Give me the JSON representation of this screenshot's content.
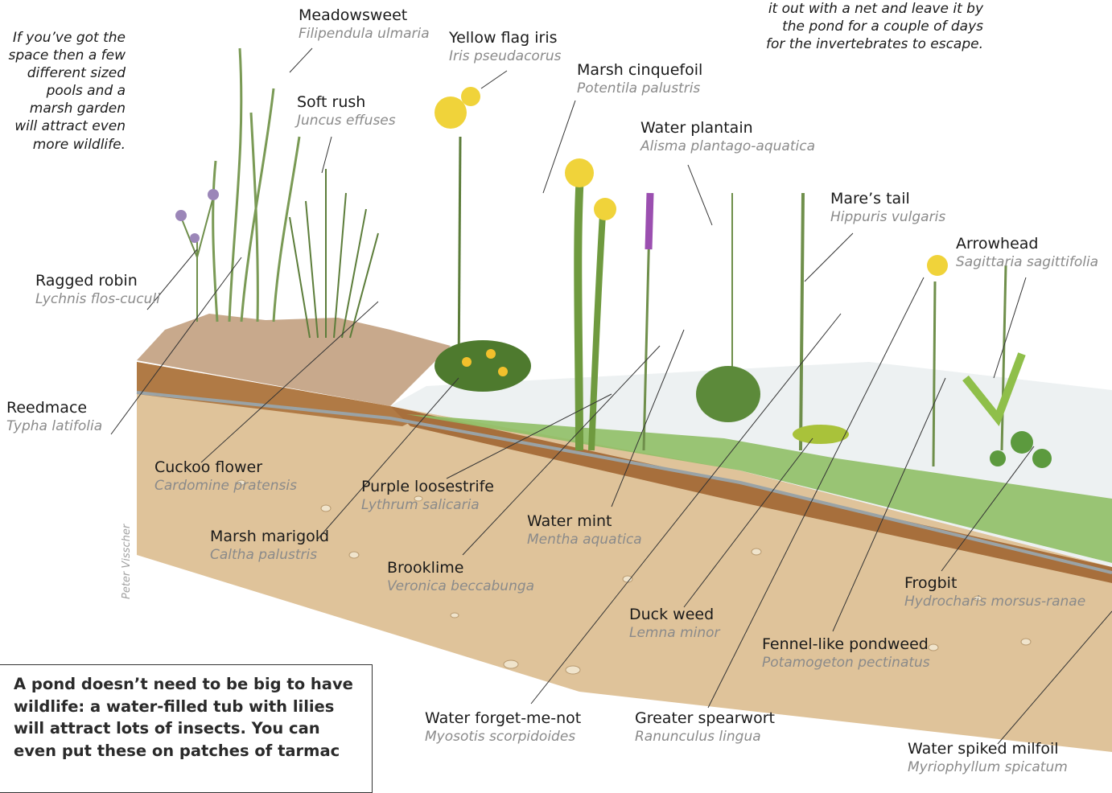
{
  "notes": {
    "left": "If you’ve got the space then a few different sized pools and a marsh garden will attract even more wildlife.",
    "right": "it out with a net and leave it by the pond for a couple of days for the invertebrates to escape."
  },
  "callout": "A pond doesn’t need to be big to have wildlife: a water-filled tub with lilies will attract lots of insects. You can even put these on patches of tarmac",
  "credit": "Peter Visscher",
  "plants": [
    {
      "common": "Meadowsweet",
      "latin": "Filipendula ulmaria"
    },
    {
      "common": "Yellow flag iris",
      "latin": "Iris pseudacorus"
    },
    {
      "common": "Marsh cinquefoil",
      "latin": "Potentila palustris"
    },
    {
      "common": "Soft rush",
      "latin": "Juncus effuses"
    },
    {
      "common": "Water plantain",
      "latin": "Alisma plantago-aquatica"
    },
    {
      "common": "Mare’s tail",
      "latin": "Hippuris vulgaris"
    },
    {
      "common": "Arrowhead",
      "latin": "Sagittaria sagittifolia"
    },
    {
      "common": "Ragged robin",
      "latin": "Lychnis flos-cuculi"
    },
    {
      "common": "Reedmace",
      "latin": "Typha latifolia"
    },
    {
      "common": "Cuckoo flower",
      "latin": "Cardomine pratensis"
    },
    {
      "common": "Purple loosestrife",
      "latin": "Lythrum salicaria"
    },
    {
      "common": "Marsh marigold",
      "latin": "Caltha palustris"
    },
    {
      "common": "Water mint",
      "latin": "Mentha aquatica"
    },
    {
      "common": "Brooklime",
      "latin": "Veronica beccabunga"
    },
    {
      "common": "Duck weed",
      "latin": "Lemna minor"
    },
    {
      "common": "Frogbit",
      "latin": "Hydrocharis morsus-ranae"
    },
    {
      "common": "Fennel-like pondweed",
      "latin": "Potamogeton pectinatus"
    },
    {
      "common": "Water forget-me-not",
      "latin": "Myosotis scorpidoides"
    },
    {
      "common": "Greater spearwort",
      "latin": "Ranunculus lingua"
    },
    {
      "common": "Water spiked milfoil",
      "latin": "Myriophyllum spicatum"
    }
  ]
}
